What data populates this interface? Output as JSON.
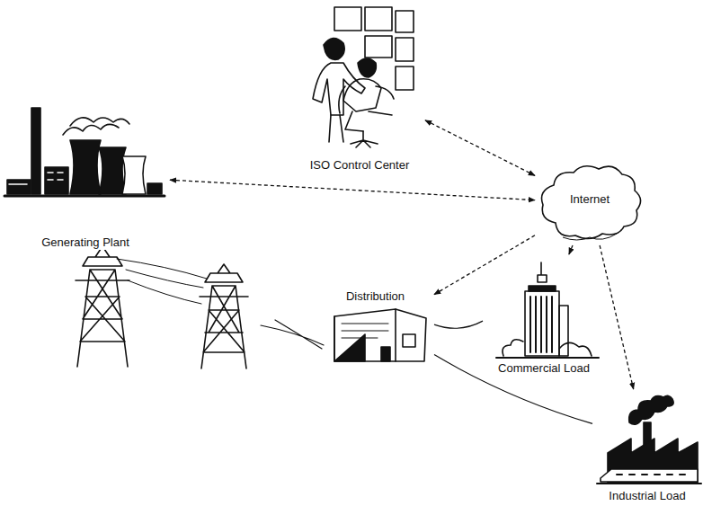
{
  "diagram": {
    "nodes": [
      {
        "text": [
          "ISO Control Center"
        ]
      },
      {
        "text": [
          "Generating Plant"
        ]
      },
      {
        "text": [
          "Internet"
        ]
      },
      {
        "text": [
          "Distribution"
        ]
      },
      {
        "text": [
          "Commercial Load"
        ]
      },
      {
        "text": [
          "Industrial Load"
        ]
      }
    ],
    "edges": [
      {
        "from": 0,
        "to": 2,
        "arrow": "both"
      },
      {
        "from": 1,
        "to": 2,
        "arrow": "both"
      },
      {
        "from": 2,
        "to": 3,
        "arrow": "to"
      },
      {
        "from": 2,
        "to": 4,
        "arrow": "to"
      },
      {
        "from": 2,
        "to": 5,
        "arrow": "to"
      },
      {
        "from": 3,
        "to": 4,
        "arrow": "none"
      },
      {
        "from": 3,
        "to": 5,
        "arrow": "none"
      }
    ]
  }
}
